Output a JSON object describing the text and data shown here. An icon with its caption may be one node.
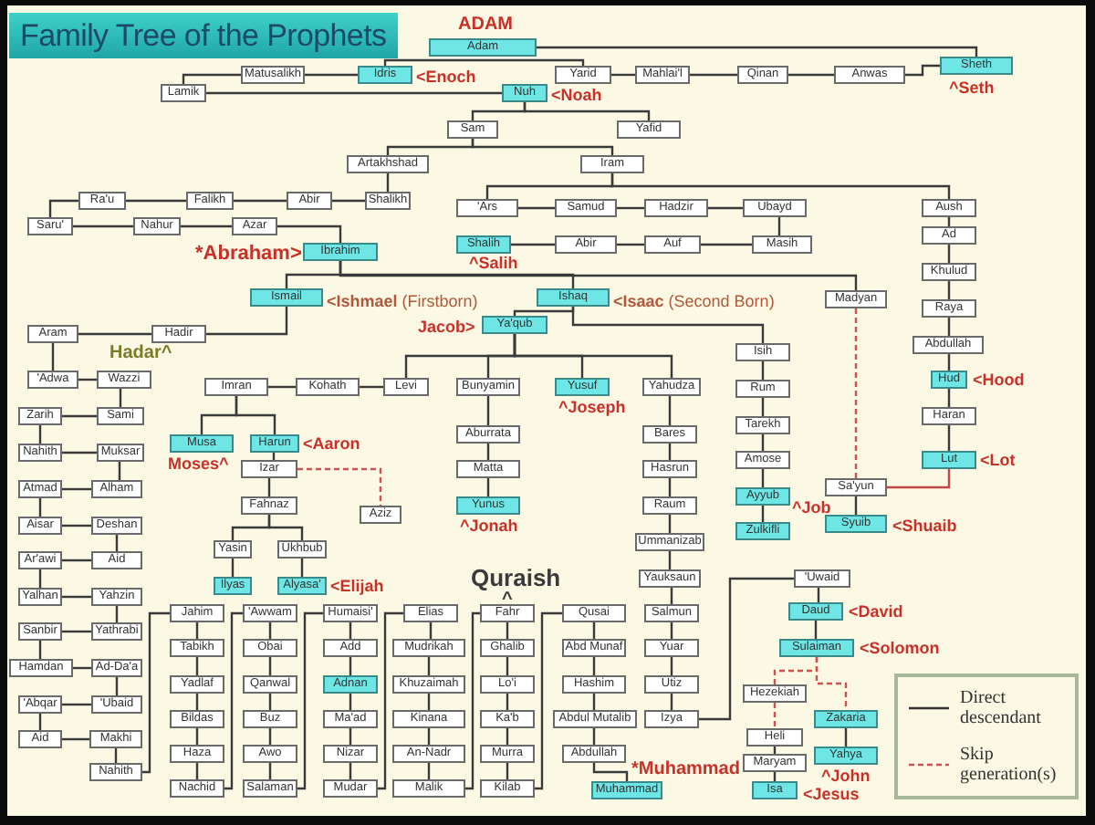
{
  "diagram": {
    "title": "Family Tree of the Prophets",
    "nodes": [
      {
        "text": [
          "Adam"
        ],
        "beside": [
          "ADAM"
        ]
      },
      {
        "text": [
          "Matusalikh"
        ]
      },
      {
        "text": [
          "Idris"
        ],
        "beside": [
          "<Enoch"
        ]
      },
      {
        "text": [
          "Yarid"
        ]
      },
      {
        "text": [
          "Mahlai'l"
        ]
      },
      {
        "text": [
          "Qinan"
        ]
      },
      {
        "text": [
          "Anwas"
        ]
      },
      {
        "text": [
          "Sheth"
        ],
        "beside": [
          "^Seth"
        ]
      },
      {
        "text": [
          "Lamik"
        ]
      },
      {
        "text": [
          "Nuh"
        ],
        "beside": [
          "<Noah"
        ]
      },
      {
        "text": [
          "Sam"
        ]
      },
      {
        "text": [
          "Yafid"
        ]
      },
      {
        "text": [
          "Artakhshad"
        ]
      },
      {
        "text": [
          "Iram"
        ]
      },
      {
        "text": [
          "Ra'u"
        ]
      },
      {
        "text": [
          "Falikh"
        ]
      },
      {
        "text": [
          "Abir"
        ]
      },
      {
        "text": [
          "Shalikh"
        ]
      },
      {
        "text": [
          "'Ars"
        ]
      },
      {
        "text": [
          "Samud"
        ]
      },
      {
        "text": [
          "Hadzir"
        ]
      },
      {
        "text": [
          "Ubayd"
        ]
      },
      {
        "text": [
          "Aush"
        ]
      },
      {
        "text": [
          "Saru'"
        ]
      },
      {
        "text": [
          "Nahur"
        ]
      },
      {
        "text": [
          "Azar"
        ]
      },
      {
        "text": [
          "Ad"
        ]
      },
      {
        "text": [
          "Shalih"
        ],
        "beside": [
          "^Salih"
        ]
      },
      {
        "text": [
          "Abir"
        ]
      },
      {
        "text": [
          "Auf"
        ]
      },
      {
        "text": [
          "Masih"
        ]
      },
      {
        "text": [
          "Ibrahim"
        ],
        "beside": [
          "*Abraham>"
        ]
      },
      {
        "text": [
          "Khulud"
        ]
      },
      {
        "text": [
          "Ismail"
        ],
        "beside": [
          "**<Ishmael** (Firstborn)"
        ]
      },
      {
        "text": [
          "Ishaq"
        ],
        "beside": [
          "**<Isaac** (Second Born)"
        ]
      },
      {
        "text": [
          "Madyan"
        ]
      },
      {
        "text": [
          "Raya"
        ]
      },
      {
        "text": [
          "Ya'qub"
        ],
        "beside": [
          "Jacob>"
        ]
      },
      {
        "text": [
          "Aram"
        ]
      },
      {
        "text": [
          "Hadir"
        ],
        "beside": [
          "Hadar^"
        ]
      },
      {
        "text": [
          "Abdullah"
        ]
      },
      {
        "text": [
          "Isih"
        ]
      },
      {
        "text": [
          "'Adwa"
        ]
      },
      {
        "text": [
          "Wazzi"
        ]
      },
      {
        "text": [
          "Hud"
        ],
        "beside": [
          "<Hood"
        ]
      },
      {
        "text": [
          "Imran"
        ]
      },
      {
        "text": [
          "Kohath"
        ]
      },
      {
        "text": [
          "Levi"
        ]
      },
      {
        "text": [
          "Bunyamin"
        ]
      },
      {
        "text": [
          "Yusuf"
        ],
        "beside": [
          "^Joseph"
        ]
      },
      {
        "text": [
          "Yahudza"
        ]
      },
      {
        "text": [
          "Rum"
        ]
      },
      {
        "text": [
          "Zarih"
        ]
      },
      {
        "text": [
          "Sami"
        ]
      },
      {
        "text": [
          "Haran"
        ]
      },
      {
        "text": [
          "Tarekh"
        ]
      },
      {
        "text": [
          "Aburrata"
        ]
      },
      {
        "text": [
          "Bares"
        ]
      },
      {
        "text": [
          "Musa"
        ],
        "beside": [
          "Moses^"
        ]
      },
      {
        "text": [
          "Harun"
        ],
        "beside": [
          "<Aaron"
        ]
      },
      {
        "text": [
          "Nahith"
        ]
      },
      {
        "text": [
          "Muksar"
        ]
      },
      {
        "text": [
          "Lut"
        ],
        "beside": [
          "<Lot"
        ]
      },
      {
        "text": [
          "Amose"
        ]
      },
      {
        "text": [
          "Matta"
        ]
      },
      {
        "text": [
          "Hasrun"
        ]
      },
      {
        "text": [
          "Izar"
        ]
      },
      {
        "text": [
          "Atmad"
        ]
      },
      {
        "text": [
          "Alham"
        ]
      },
      {
        "text": [
          "Sa'yun"
        ]
      },
      {
        "text": [
          "Ayyub"
        ],
        "beside": [
          "^Job"
        ]
      },
      {
        "text": [
          "Yunus"
        ],
        "beside": [
          "^Jonah"
        ]
      },
      {
        "text": [
          "Raum"
        ]
      },
      {
        "text": [
          "Fahnaz"
        ]
      },
      {
        "text": [
          "Aziz"
        ]
      },
      {
        "text": [
          "Aisar"
        ]
      },
      {
        "text": [
          "Deshan"
        ]
      },
      {
        "text": [
          "Syuib"
        ],
        "beside": [
          "<Shuaib"
        ]
      },
      {
        "text": [
          "Zulkifli"
        ]
      },
      {
        "text": [
          "Ummanizab"
        ]
      },
      {
        "text": [
          "Yasin"
        ]
      },
      {
        "text": [
          "Ukhbub"
        ]
      },
      {
        "text": [
          "Ar'awi"
        ]
      },
      {
        "text": [
          "Aid"
        ]
      },
      {
        "text": [
          "Yauksaun"
        ]
      },
      {
        "text": [
          "'Uwaid"
        ]
      },
      {
        "text": [
          "Ilyas"
        ]
      },
      {
        "text": [
          "Alyasa'"
        ],
        "beside": [
          "<Elijah"
        ]
      },
      {
        "text": [
          "Yalhan"
        ]
      },
      {
        "text": [
          "Yahzin"
        ]
      },
      {
        "text": [
          "Jahim"
        ]
      },
      {
        "text": [
          "'Awwam"
        ]
      },
      {
        "text": [
          "Humaisi'"
        ]
      },
      {
        "text": [
          "Elias"
        ]
      },
      {
        "text": [
          "Fahr"
        ],
        "beside": [
          "Quraish",
          "^"
        ]
      },
      {
        "text": [
          "Qusai"
        ]
      },
      {
        "text": [
          "Salmun"
        ]
      },
      {
        "text": [
          "Daud"
        ],
        "beside": [
          "<David"
        ]
      },
      {
        "text": [
          "Sanbir"
        ]
      },
      {
        "text": [
          "Yathrabi"
        ]
      },
      {
        "text": [
          "Tabikh"
        ]
      },
      {
        "text": [
          "Obai"
        ]
      },
      {
        "text": [
          "Add"
        ]
      },
      {
        "text": [
          "Mudrikah"
        ]
      },
      {
        "text": [
          "Ghalib"
        ]
      },
      {
        "text": [
          "Abd Munaf"
        ]
      },
      {
        "text": [
          "Yuar"
        ]
      },
      {
        "text": [
          "Sulaiman"
        ],
        "beside": [
          "<Solomon"
        ]
      },
      {
        "text": [
          "Hamdan"
        ]
      },
      {
        "text": [
          "Ad-Da'a"
        ]
      },
      {
        "text": [
          "Yadlaf"
        ]
      },
      {
        "text": [
          "Qanwal"
        ]
      },
      {
        "text": [
          "Adnan"
        ]
      },
      {
        "text": [
          "Khuzaimah"
        ]
      },
      {
        "text": [
          "Lo'i"
        ]
      },
      {
        "text": [
          "Hashim"
        ]
      },
      {
        "text": [
          "Utiz"
        ]
      },
      {
        "text": [
          "Hezekiah"
        ]
      },
      {
        "text": [
          "'Abqar"
        ]
      },
      {
        "text": [
          "'Ubaid"
        ]
      },
      {
        "text": [
          "Bildas"
        ]
      },
      {
        "text": [
          "Buz"
        ]
      },
      {
        "text": [
          "Ma'ad"
        ]
      },
      {
        "text": [
          "Kinana"
        ]
      },
      {
        "text": [
          "Ka'b"
        ]
      },
      {
        "text": [
          "Abdul Mutalib"
        ]
      },
      {
        "text": [
          "Izya"
        ]
      },
      {
        "text": [
          "Zakaria"
        ]
      },
      {
        "text": [
          "Aid"
        ]
      },
      {
        "text": [
          "Makhi"
        ]
      },
      {
        "text": [
          "Heli"
        ]
      },
      {
        "text": [
          "Haza"
        ]
      },
      {
        "text": [
          "Awo"
        ]
      },
      {
        "text": [
          "Nizar"
        ]
      },
      {
        "text": [
          "An-Nadr"
        ]
      },
      {
        "text": [
          "Murra"
        ]
      },
      {
        "text": [
          "Abdullah"
        ]
      },
      {
        "text": [
          "Yahya"
        ],
        "beside": [
          "^John"
        ]
      },
      {
        "text": [
          "Maryam"
        ]
      },
      {
        "text": [
          "Nahith"
        ]
      },
      {
        "text": [
          "Nachid"
        ]
      },
      {
        "text": [
          "Salaman"
        ]
      },
      {
        "text": [
          "Mudar"
        ]
      },
      {
        "text": [
          "Malik"
        ]
      },
      {
        "text": [
          "Kilab"
        ]
      },
      {
        "text": [
          "Muhammad"
        ],
        "beside": [
          "*Muhammad"
        ]
      },
      {
        "text": [
          "Isa"
        ],
        "beside": [
          "<Jesus"
        ]
      }
    ],
    "edges": [
      {
        "from": 0,
        "to": 7,
        "arrow": "none"
      },
      {
        "from": 7,
        "to": 6,
        "arrow": "none"
      },
      {
        "from": 6,
        "to": 5,
        "arrow": "none"
      },
      {
        "from": 5,
        "to": 4,
        "arrow": "none"
      },
      {
        "from": 4,
        "to": 3,
        "arrow": "none"
      },
      {
        "from": 3,
        "to": 2,
        "arrow": "none"
      },
      {
        "from": 2,
        "to": 1,
        "arrow": "none"
      },
      {
        "from": 1,
        "to": 8,
        "arrow": "none"
      },
      {
        "from": 8,
        "to": 9,
        "arrow": "none"
      },
      {
        "from": 9,
        "to": 10,
        "arrow": "none"
      },
      {
        "from": 9,
        "to": 11,
        "arrow": "none"
      },
      {
        "from": 10,
        "to": 12,
        "arrow": "none"
      },
      {
        "from": 10,
        "to": 13,
        "arrow": "none"
      },
      {
        "from": 12,
        "to": 17,
        "arrow": "none"
      },
      {
        "from": 17,
        "to": 16,
        "arrow": "none"
      },
      {
        "from": 16,
        "to": 15,
        "arrow": "none"
      },
      {
        "from": 15,
        "to": 14,
        "arrow": "none"
      },
      {
        "from": 14,
        "to": 23,
        "arrow": "none"
      },
      {
        "from": 23,
        "to": 24,
        "arrow": "none"
      },
      {
        "from": 24,
        "to": 25,
        "arrow": "none"
      },
      {
        "from": 25,
        "to": 31,
        "arrow": "none"
      },
      {
        "from": 13,
        "to": 18,
        "arrow": "none"
      },
      {
        "from": 13,
        "to": 22,
        "arrow": "none"
      },
      {
        "from": 18,
        "to": 19,
        "arrow": "none"
      },
      {
        "from": 19,
        "to": 20,
        "arrow": "none"
      },
      {
        "from": 20,
        "to": 21,
        "arrow": "none"
      },
      {
        "from": 21,
        "to": 30,
        "arrow": "none"
      },
      {
        "from": 30,
        "to": 29,
        "arrow": "none"
      },
      {
        "from": 29,
        "to": 28,
        "arrow": "none"
      },
      {
        "from": 28,
        "to": 27,
        "arrow": "none"
      },
      {
        "from": 22,
        "to": 26,
        "arrow": "none"
      },
      {
        "from": 26,
        "to": 32,
        "arrow": "none"
      },
      {
        "from": 32,
        "to": 36,
        "arrow": "none"
      },
      {
        "from": 36,
        "to": 40,
        "arrow": "none"
      },
      {
        "from": 40,
        "to": 44,
        "arrow": "none"
      },
      {
        "from": 44,
        "to": 54,
        "arrow": "none"
      },
      {
        "from": 54,
        "to": 62,
        "arrow": "none"
      },
      {
        "from": 31,
        "to": 33,
        "arrow": "none"
      },
      {
        "from": 31,
        "to": 34,
        "arrow": "none"
      },
      {
        "from": 31,
        "to": 35,
        "arrow": "none"
      },
      {
        "from": 33,
        "to": 39,
        "arrow": "none"
      },
      {
        "from": 39,
        "to": 38,
        "arrow": "none"
      },
      {
        "from": 38,
        "to": 42,
        "arrow": "none"
      },
      {
        "from": 42,
        "to": 43,
        "arrow": "none"
      },
      {
        "from": 43,
        "to": 53,
        "arrow": "none"
      },
      {
        "from": 53,
        "to": 52,
        "arrow": "none"
      },
      {
        "from": 52,
        "to": 60,
        "arrow": "none"
      },
      {
        "from": 60,
        "to": 61,
        "arrow": "none"
      },
      {
        "from": 61,
        "to": 68,
        "arrow": "none"
      },
      {
        "from": 68,
        "to": 67,
        "arrow": "none"
      },
      {
        "from": 67,
        "to": 75,
        "arrow": "none"
      },
      {
        "from": 75,
        "to": 76,
        "arrow": "none"
      },
      {
        "from": 76,
        "to": 83,
        "arrow": "none"
      },
      {
        "from": 83,
        "to": 82,
        "arrow": "none"
      },
      {
        "from": 82,
        "to": 88,
        "arrow": "none"
      },
      {
        "from": 88,
        "to": 89,
        "arrow": "none"
      },
      {
        "from": 89,
        "to": 99,
        "arrow": "none"
      },
      {
        "from": 99,
        "to": 98,
        "arrow": "none"
      },
      {
        "from": 98,
        "to": 108,
        "arrow": "none"
      },
      {
        "from": 108,
        "to": 109,
        "arrow": "none"
      },
      {
        "from": 109,
        "to": 119,
        "arrow": "none"
      },
      {
        "from": 119,
        "to": 118,
        "arrow": "none"
      },
      {
        "from": 118,
        "to": 128,
        "arrow": "none"
      },
      {
        "from": 128,
        "to": 129,
        "arrow": "none"
      },
      {
        "from": 129,
        "to": 139,
        "arrow": "none"
      },
      {
        "from": 139,
        "to": 90,
        "arrow": "none"
      },
      {
        "from": 90,
        "to": 100,
        "arrow": "none"
      },
      {
        "from": 100,
        "to": 110,
        "arrow": "none"
      },
      {
        "from": 110,
        "to": 120,
        "arrow": "none"
      },
      {
        "from": 120,
        "to": 131,
        "arrow": "none"
      },
      {
        "from": 131,
        "to": 140,
        "arrow": "none"
      },
      {
        "from": 140,
        "to": 91,
        "arrow": "none"
      },
      {
        "from": 91,
        "to": 101,
        "arrow": "none"
      },
      {
        "from": 101,
        "to": 111,
        "arrow": "none"
      },
      {
        "from": 111,
        "to": 121,
        "arrow": "none"
      },
      {
        "from": 121,
        "to": 132,
        "arrow": "none"
      },
      {
        "from": 132,
        "to": 141,
        "arrow": "none"
      },
      {
        "from": 141,
        "to": 92,
        "arrow": "none"
      },
      {
        "from": 92,
        "to": 102,
        "arrow": "none"
      },
      {
        "from": 102,
        "to": 112,
        "arrow": "none"
      },
      {
        "from": 112,
        "to": 122,
        "arrow": "none"
      },
      {
        "from": 122,
        "to": 133,
        "arrow": "none"
      },
      {
        "from": 133,
        "to": 142,
        "arrow": "none"
      },
      {
        "from": 142,
        "to": 93,
        "arrow": "none"
      },
      {
        "from": 93,
        "to": 103,
        "arrow": "none"
      },
      {
        "from": 103,
        "to": 113,
        "arrow": "none"
      },
      {
        "from": 113,
        "to": 123,
        "arrow": "none"
      },
      {
        "from": 123,
        "to": 134,
        "arrow": "none"
      },
      {
        "from": 134,
        "to": 143,
        "arrow": "none"
      },
      {
        "from": 143,
        "to": 94,
        "arrow": "none"
      },
      {
        "from": 94,
        "to": 104,
        "arrow": "none"
      },
      {
        "from": 104,
        "to": 114,
        "arrow": "none"
      },
      {
        "from": 114,
        "to": 124,
        "arrow": "none"
      },
      {
        "from": 124,
        "to": 135,
        "arrow": "none"
      },
      {
        "from": 135,
        "to": 144,
        "arrow": "none"
      },
      {
        "from": 144,
        "to": 95,
        "arrow": "none"
      },
      {
        "from": 95,
        "to": 105,
        "arrow": "none"
      },
      {
        "from": 105,
        "to": 115,
        "arrow": "none"
      },
      {
        "from": 115,
        "to": 125,
        "arrow": "none"
      },
      {
        "from": 125,
        "to": 136,
        "arrow": "none"
      },
      {
        "from": 136,
        "to": 145,
        "arrow": "none"
      },
      {
        "from": 34,
        "to": 37,
        "arrow": "none"
      },
      {
        "from": 34,
        "to": 41,
        "arrow": "none"
      },
      {
        "from": 41,
        "to": 51,
        "arrow": "none"
      },
      {
        "from": 51,
        "to": 55,
        "arrow": "none"
      },
      {
        "from": 55,
        "to": 63,
        "arrow": "none"
      },
      {
        "from": 63,
        "to": 70,
        "arrow": "none"
      },
      {
        "from": 70,
        "to": 78,
        "arrow": "none"
      },
      {
        "from": 37,
        "to": 47,
        "arrow": "none"
      },
      {
        "from": 37,
        "to": 48,
        "arrow": "none"
      },
      {
        "from": 37,
        "to": 49,
        "arrow": "none"
      },
      {
        "from": 37,
        "to": 50,
        "arrow": "none"
      },
      {
        "from": 47,
        "to": 46,
        "arrow": "none"
      },
      {
        "from": 46,
        "to": 45,
        "arrow": "none"
      },
      {
        "from": 45,
        "to": 58,
        "arrow": "none"
      },
      {
        "from": 45,
        "to": 59,
        "arrow": "none"
      },
      {
        "from": 59,
        "to": 66,
        "arrow": "none"
      },
      {
        "from": 66,
        "to": 74,
        "arrow": "none",
        "style": "dashed",
        "color": "#d05050"
      },
      {
        "from": 66,
        "to": 73,
        "arrow": "none"
      },
      {
        "from": 73,
        "to": 80,
        "arrow": "none"
      },
      {
        "from": 73,
        "to": 81,
        "arrow": "none"
      },
      {
        "from": 80,
        "to": 86,
        "arrow": "none"
      },
      {
        "from": 81,
        "to": 87,
        "arrow": "none"
      },
      {
        "from": 48,
        "to": 56,
        "arrow": "none"
      },
      {
        "from": 56,
        "to": 64,
        "arrow": "none"
      },
      {
        "from": 64,
        "to": 71,
        "arrow": "none"
      },
      {
        "from": 50,
        "to": 57,
        "arrow": "none"
      },
      {
        "from": 57,
        "to": 65,
        "arrow": "none"
      },
      {
        "from": 65,
        "to": 72,
        "arrow": "none"
      },
      {
        "from": 72,
        "to": 79,
        "arrow": "none"
      },
      {
        "from": 79,
        "to": 84,
        "arrow": "none"
      },
      {
        "from": 84,
        "to": 96,
        "arrow": "none"
      },
      {
        "from": 96,
        "to": 106,
        "arrow": "none"
      },
      {
        "from": 106,
        "to": 116,
        "arrow": "none"
      },
      {
        "from": 116,
        "to": 126,
        "arrow": "none"
      },
      {
        "from": 126,
        "to": 85,
        "arrow": "none"
      },
      {
        "from": 85,
        "to": 97,
        "arrow": "none"
      },
      {
        "from": 97,
        "to": 107,
        "arrow": "none"
      },
      {
        "from": 107,
        "to": 117,
        "arrow": "none",
        "style": "dashed",
        "color": "#d05050"
      },
      {
        "from": 107,
        "to": 127,
        "arrow": "none",
        "style": "dashed",
        "color": "#d05050"
      },
      {
        "from": 117,
        "to": 130,
        "arrow": "none",
        "style": "dashed",
        "color": "#d05050"
      },
      {
        "from": 130,
        "to": 138,
        "arrow": "none"
      },
      {
        "from": 138,
        "to": 146,
        "arrow": "none"
      },
      {
        "from": 127,
        "to": 137,
        "arrow": "none"
      },
      {
        "from": 35,
        "to": 69,
        "arrow": "none",
        "style": "dashed",
        "color": "#d05050"
      },
      {
        "from": 69,
        "to": 77,
        "arrow": "none"
      },
      {
        "from": 62,
        "to": 69,
        "arrow": "none",
        "color": "#c04848"
      }
    ],
    "legend": [
      {
        "text": "Direct descendant"
      },
      {
        "text": "Skip generation(s)"
      }
    ]
  }
}
